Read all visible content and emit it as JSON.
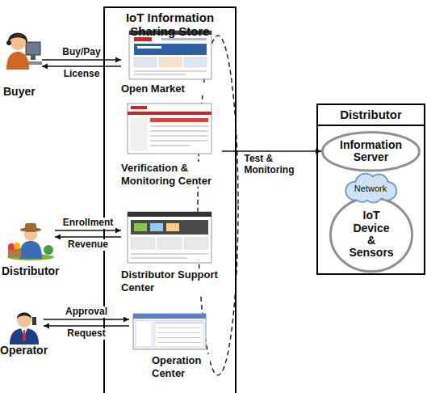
{
  "diagram": {
    "nodes": [
      {
        "text": [
          "Buyer"
        ]
      },
      {
        "text": [
          "IoT Information Sharing Store"
        ]
      },
      {
        "text": [
          "Open Market"
        ],
        "in": 1
      },
      {
        "text": [
          "Verification & Monitoring Center"
        ],
        "in": 1
      },
      {
        "text": [
          "Distributor"
        ]
      },
      {
        "text": [
          "Distributor Support Center"
        ],
        "in": 1
      },
      {
        "text": [
          "Operator"
        ]
      },
      {
        "text": [
          "Operation Center"
        ],
        "in": 1
      },
      {
        "text": [
          "Distributor"
        ]
      },
      {
        "text": [
          "Information Server"
        ],
        "in": 8
      },
      {
        "text": [
          "Network"
        ],
        "in": 8
      },
      {
        "text": [
          "IoT Device & Sensors"
        ],
        "in": 8
      }
    ],
    "edges": [
      {
        "from": 0,
        "to": 2,
        "label": "Buy/Pay",
        "arrow": "to"
      },
      {
        "from": 2,
        "to": 0,
        "label": "License",
        "arrow": "to"
      },
      {
        "from": 4,
        "to": 5,
        "label": "Enrollment",
        "arrow": "to"
      },
      {
        "from": 5,
        "to": 4,
        "label": "Revenue",
        "arrow": "to"
      },
      {
        "from": 6,
        "to": 7,
        "label": "Approval",
        "arrow": "to"
      },
      {
        "from": 7,
        "to": 6,
        "label": "Request",
        "arrow": "to"
      },
      {
        "from": 3,
        "to": 9,
        "label": "Test & Monitoring",
        "arrow": "to"
      }
    ]
  }
}
